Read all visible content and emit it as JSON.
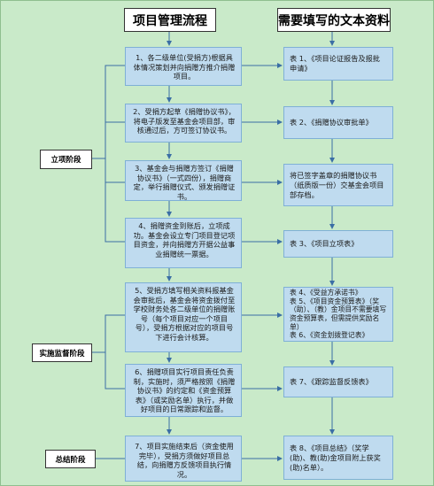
{
  "headers": {
    "left": "项目管理流程",
    "right": "需要填写的文本资料"
  },
  "stages": [
    {
      "label": "立项阶段"
    },
    {
      "label": "实施监督阶段"
    },
    {
      "label": "总结阶段"
    }
  ],
  "steps": [
    {
      "text": "1、各二级单位(受捐方)根据具体情况策划并向捐赠方推介捐赠项目。"
    },
    {
      "text": "2、受捐方起草《捐赠协议书》，将电子版发至基金会项目部，审核通过后，方可签订协议书。"
    },
    {
      "text": "3、基金会与捐赠方签订《捐赠协议书》（一式四份），捐赠商定，举行捐赠仪式、颁发捐赠证书。"
    },
    {
      "text": "4、捐赠资金到账后，立项成功。基金会设立专门项目登记项目资金，并向捐赠方开据公益事业捐赠统一票据。"
    },
    {
      "text": "5、受捐方填写相关资料报基金会审批后，基金会将资金拨付至学校财务处各二级单位的捐赠账号（每个项目对应一个项目号），受捐方根据对应的项目号下进行会计核算。"
    },
    {
      "text": "6、捐赠项目实行项目责任负责制，实施时，须严格按照《捐赠协议书》的约定和《资金预算表》（或奖励名单）执行，并做好项目的日常跟踪和监督。"
    },
    {
      "text": "7、项目实施结束后（资金使用完毕），受捐方须做好项目总结，向捐赠方反馈项目执行情况。"
    }
  ],
  "documents": [
    {
      "text": "表 1、《项目论证报告及报批申请》"
    },
    {
      "text": "表 2、《捐赠协议审批单》"
    },
    {
      "text": "将已签字盖章的捐赠协议书（纸质版一份）交基金会项目部存档。"
    },
    {
      "text": "表 3、《项目立项表》"
    },
    {
      "lines": [
        "表 4、《受益方承诺书》",
        "表 5、《项目资金预算表》（奖（助）、（教）金项目不需要填写资金预算表，但需提供奖励名单）",
        "表 6、《资金划拨登记表》"
      ]
    },
    {
      "text": "表 7、《跟踪监督反馈表》"
    },
    {
      "text": "表 8、《项目总结》（奖学(助)、教(助)金项目附上获奖(助)名单）。"
    }
  ]
}
